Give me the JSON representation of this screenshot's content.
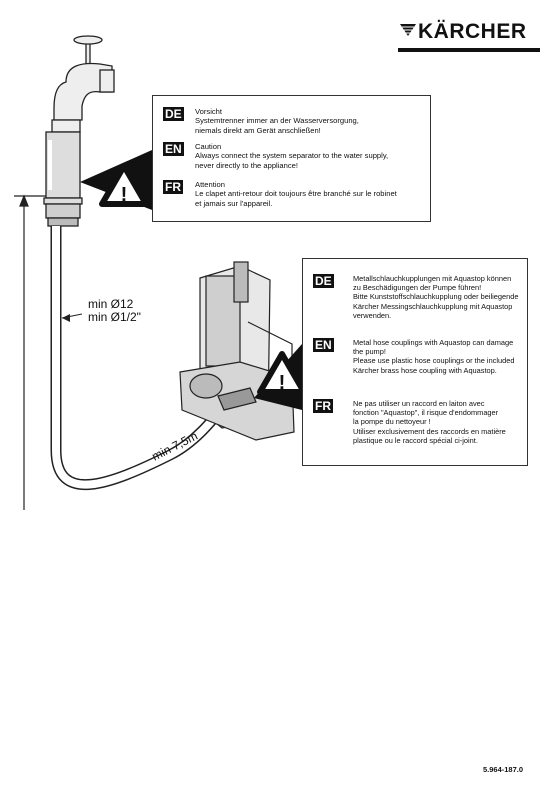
{
  "brand": {
    "name": "KÄRCHER"
  },
  "warning_box_1": {
    "sections": [
      {
        "lang": "DE",
        "text": "Vorsicht\nSystemtrenner immer an der Wasserversorgung,\nniemals direkt am Gerät anschließen!"
      },
      {
        "lang": "EN",
        "text": "Caution\nAlways connect the system separator to the water supply,\nnever directly to the appliance!"
      },
      {
        "lang": "FR",
        "text": "Attention\nLe clapet anti-retour doit toujours être branché sur le robinet\net jamais sur l'appareil."
      }
    ]
  },
  "warning_box_2": {
    "sections": [
      {
        "lang": "DE",
        "text": "Metallschlauchkupplungen mit Aquastop können\nzu Beschädigungen der Pumpe führen!\nBitte Kunststoffschlauchkupplung oder beiliegende\nKärcher Messingschlauchkupplung mit Aquastop\nverwenden."
      },
      {
        "lang": "EN",
        "text": "Metal hose couplings with Aquastop can damage\nthe pump!\nPlease use plastic hose couplings or the included\nKärcher brass hose coupling with Aquastop."
      },
      {
        "lang": "FR",
        "text": "Ne pas utiliser un raccord en laiton avec\nfonction \"Aquastop\", il risque d'endommager\nla pompe du nettoyeur !\nUtiliser exclusivement des raccords en matière\nplastique ou le raccord spécial ci-joint."
      }
    ]
  },
  "dimensions": {
    "diameter_metric": "min Ø12",
    "diameter_imperial": "min Ø1/2\"",
    "hose_length": "min 7,5m"
  },
  "document_number": "5.964-187.0"
}
